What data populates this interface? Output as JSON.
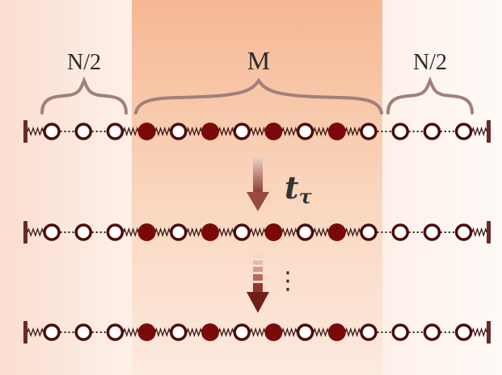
{
  "labels": {
    "left": "N/2",
    "middle": "M",
    "right": "N/2",
    "time_main": "t",
    "time_sub": "τ",
    "ellipsis": "⋮"
  },
  "chains": [
    {
      "pattern": [
        "o",
        "o",
        "o",
        "f",
        "o",
        "f",
        "o",
        "f",
        "o",
        "f",
        "o",
        "o",
        "o",
        "o"
      ]
    },
    {
      "pattern": [
        "o",
        "o",
        "o",
        "f",
        "o",
        "f",
        "o",
        "f",
        "o",
        "f",
        "o",
        "o",
        "o",
        "o"
      ]
    },
    {
      "pattern": [
        "o",
        "o",
        "o",
        "f",
        "o",
        "f",
        "o",
        "f",
        "o",
        "f",
        "o",
        "o",
        "o",
        "o"
      ]
    }
  ],
  "colors": {
    "particle": "#7a0a0a",
    "wall": "#6b2a28",
    "spring": "#3a1a1a",
    "dotted_bond": "#3a1a1a",
    "middle_region": "#f7c9a8",
    "side_region": "#fde8dc",
    "brace": "#9a7a78",
    "arrow": "#a0524a"
  },
  "legend_note": ""
}
